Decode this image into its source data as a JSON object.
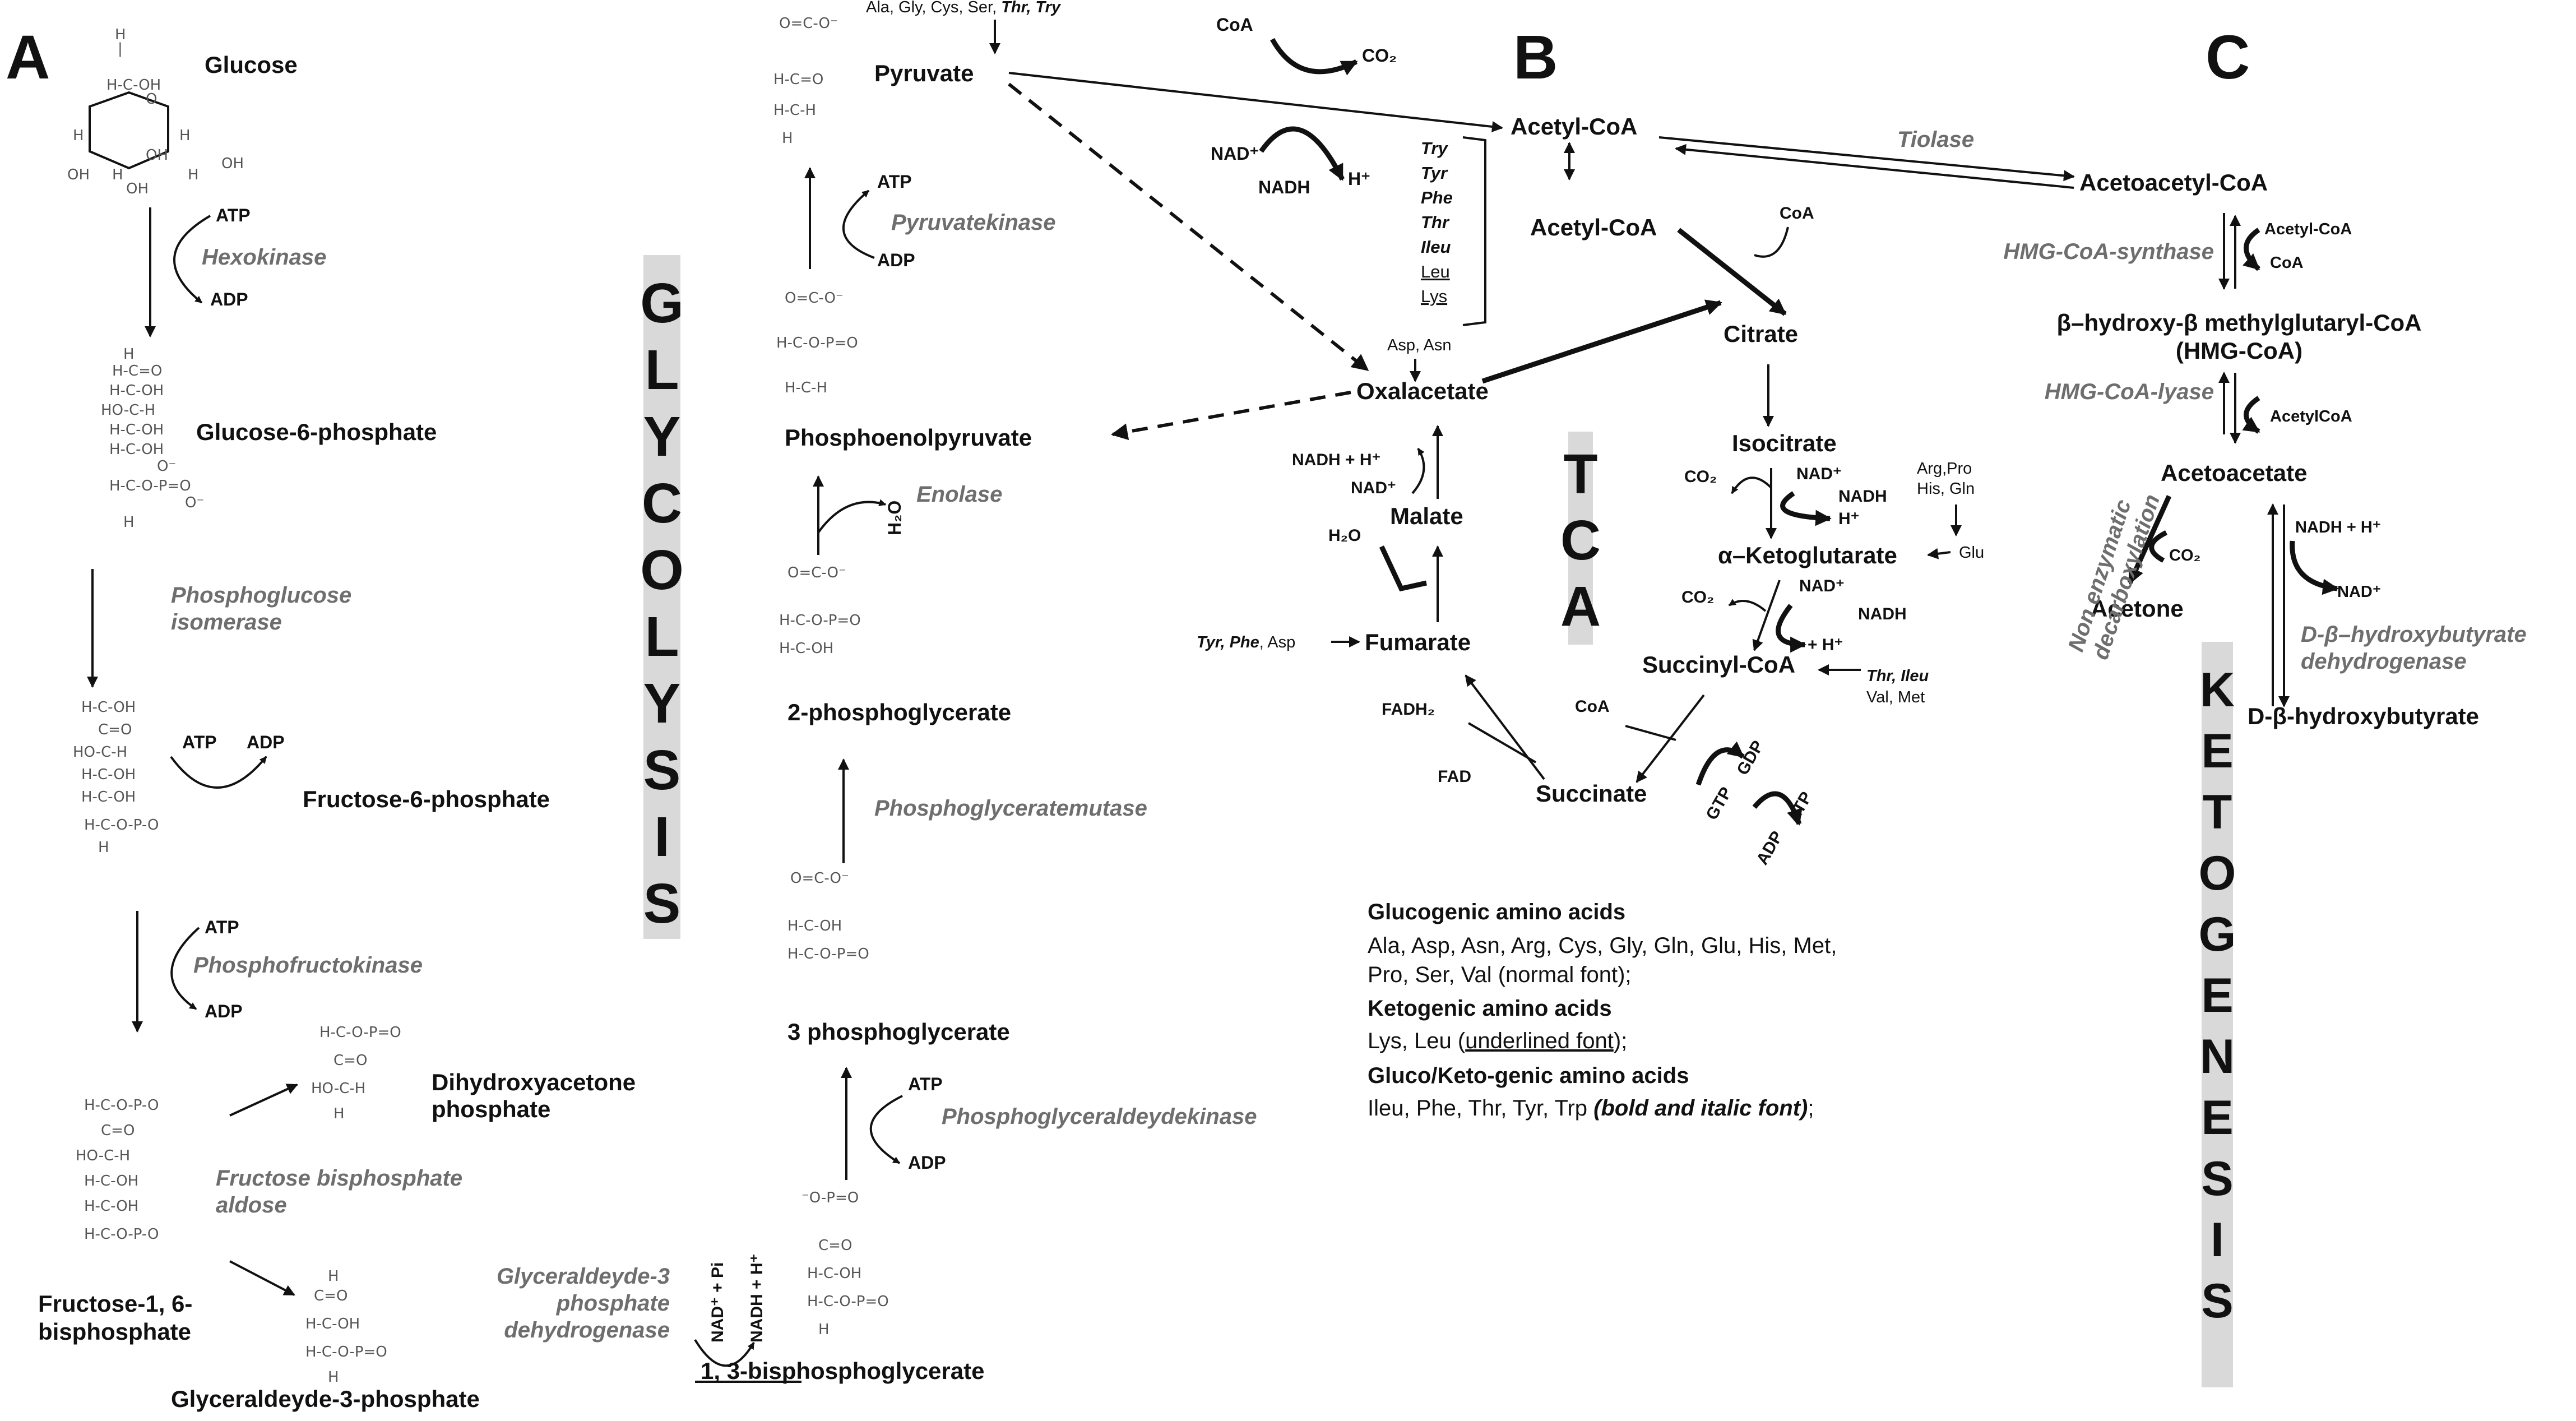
{
  "panels": {
    "a": "A",
    "b": "B",
    "c": "C"
  },
  "titles": {
    "glycolysis": [
      "G",
      "L",
      "Y",
      "C",
      "O",
      "L",
      "Y",
      "S",
      "I",
      "S"
    ],
    "tca": [
      "T",
      "C",
      "A"
    ],
    "ketogenesis": [
      "K",
      "E",
      "T",
      "O",
      "G",
      "E",
      "N",
      "E",
      "S",
      "I",
      "S"
    ]
  },
  "glycolysis": {
    "metabolites": {
      "glucose": "Glucose",
      "g6p": "Glucose-6-phosphate",
      "f6p": "Fructose-6-phosphate",
      "f16bp": "Fructose-1, 6-\nbisphosphate",
      "dhap": "Dihydroxyacetone\nphosphate",
      "g3p": "Glyceraldeyde-3-phosphate",
      "bpg13": "1, 3-bisphosphoglycerate",
      "pg3": "3 phosphoglycerate",
      "pg2": "2-phosphoglycerate",
      "pep": "Phosphoenolpyruvate",
      "pyruvate": "Pyruvate"
    },
    "enzymes": {
      "hexokinase": "Hexokinase",
      "pgi": "Phosphoglucose\nisomerase",
      "pfk": "Phosphofructokinase",
      "aldolase": "Fructose bisphosphate\naldose",
      "gapdh": "Glyceraldeyde-3\nphosphate\ndehydrogenase",
      "pgk": "Phosphoglyceraldeydekinase",
      "pgm": "Phosphoglyceratemutase",
      "enolase": "Enolase",
      "pk": "Pyruvatekinase"
    },
    "cofactors": {
      "atp": "ATP",
      "adp": "ADP",
      "nad_pi": "NAD⁺ + Pi",
      "nadh_h": "NADH + H⁺",
      "water": "H₂O"
    },
    "pyruvate_aa": "Ala, Gly, Cys, Ser, ",
    "pyruvate_aa_bold": "Thr, Try"
  },
  "tca": {
    "metabolites": {
      "acetylcoa_top": "Acetyl-CoA",
      "acetylcoa": "Acetyl-CoA",
      "citrate": "Citrate",
      "isocitrate": "Isocitrate",
      "akg": "α–Ketoglutarate",
      "succoa": "Succinyl-CoA",
      "succinate": "Succinate",
      "fumarate": "Fumarate",
      "malate": "Malate",
      "oxaloacetate": "Oxalacetate"
    },
    "cofactors": {
      "coa": "CoA",
      "co2": "CO₂",
      "nad": "NAD⁺",
      "nadh": "NADH",
      "nadh_h": "NADH + H⁺",
      "h": "H⁺",
      "plus_h": "+ H⁺",
      "fadh2": "FADH₂",
      "fad": "FAD",
      "gtp": "GTP",
      "gdp": "GDP",
      "adp": "ADP",
      "atp": "ATP",
      "h2o": "H₂O"
    },
    "aa_inputs": {
      "acetyl_list": [
        "Try",
        "Tyr",
        "Phe",
        "Thr",
        "Ileu"
      ],
      "acetyl_list_underlined": [
        "Leu",
        "Lys"
      ],
      "oxaloacetate": "Asp, Asn",
      "fumarate_bold": "Tyr, Phe",
      "fumarate_normal": ", Asp",
      "akg_input": "Arg,Pro\nHis, Gln",
      "akg_glu": "Glu",
      "succoa_bold": "Thr, Ileu",
      "succoa_normal": "Val, Met"
    }
  },
  "ketogenesis": {
    "metabolites": {
      "acetoacetylcoa": "Acetoacetyl-CoA",
      "hmgcoa": "β–hydroxy-β methylglutaryl-CoA\n(HMG-CoA)",
      "acetoacetate": "Acetoacetate",
      "acetone": "Acetone",
      "bhb": "D-β-hydroxybutyrate"
    },
    "enzymes": {
      "tiolase": "Tiolase",
      "hmgcs": "HMG-CoA-synthase",
      "hmgcl": "HMG-CoA-lyase",
      "decarb": "Non enzymatic\ndecarboxylation",
      "bdh": "D-β–hydroxybutyrate\ndehydrogenase"
    },
    "cofactors": {
      "acetylcoa": "Acetyl-CoA",
      "coa": "CoA",
      "acetylcoa2": "AcetylCoA",
      "co2": "CO₂",
      "nadh_h": "NADH + H⁺",
      "nad": "NAD⁺"
    }
  },
  "legend": {
    "glucogenic_title": "Glucogenic amino acids",
    "glucogenic_list": "Ala, Asp, Asn, Arg, Cys, Gly, Gln, Glu, His, Met,\nPro, Ser, Val (normal font);",
    "ketogenic_title": "Ketogenic amino acids",
    "ketogenic_list_pre": "Lys, Leu (",
    "ketogenic_list_u": "underlined font",
    "ketogenic_list_post": ");",
    "glucoketo_title": "Gluco/Keto-genic amino acids",
    "glucoketo_list_pre": "Ileu, Phe, Thr, Tyr, Trp ",
    "glucoketo_list_bi": "(bold and italic font)",
    "glucoketo_list_post": ";"
  }
}
